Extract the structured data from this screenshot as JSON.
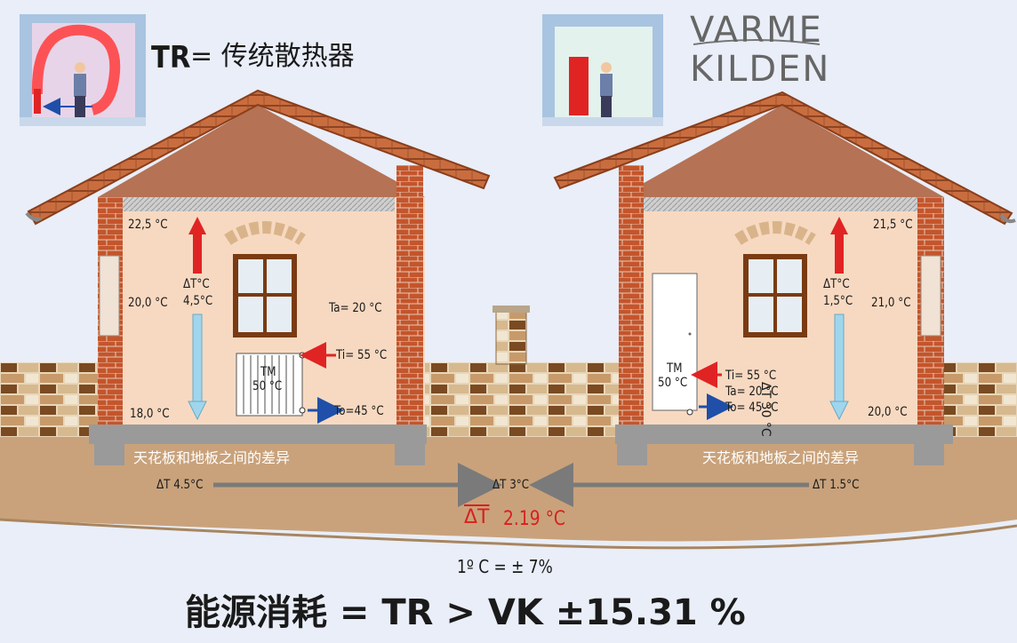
{
  "header": {
    "tr_label": "TR",
    "tr_definition": "= 传统散热器"
  },
  "logo": {
    "line1": "VARME",
    "line2": "KILDEN"
  },
  "left_house": {
    "temp_ceiling": "22,5 °C",
    "temp_middle": "20,0 °C",
    "temp_floor": "18,0 °C",
    "delta_label": "ΔT°C",
    "delta_value": "4,5°C",
    "radiator_label": "TM",
    "radiator_temp": "50 °C",
    "ta": "Ta= 20 °C",
    "ti": "Ti= 55 °C",
    "to": "To=45 °C",
    "ground_caption": "天花板和地板之间的差异"
  },
  "right_house": {
    "temp_ceiling": "21,5 °C",
    "temp_middle": "21,0 °C",
    "temp_floor": "20,0 °C",
    "delta_label": "ΔT°C",
    "delta_value": "1,5°C",
    "panel_label": "TM",
    "panel_temp": "50 °C",
    "ti": "Ti=  55 °C",
    "ta": "Ta=  20 °C",
    "to": "To=  45 °C",
    "vertical_delta": "ΔT 30 °C",
    "ground_caption": "天花板和地板之间的差异"
  },
  "comparison": {
    "left_delta": "ΔT 4.5°C",
    "center_delta": "ΔT 3°C",
    "right_delta": "ΔT 1.5°C",
    "average_symbol": "ΔT",
    "average_value": "2.19 °C",
    "rule": "1º C = ± 7%"
  },
  "footer": {
    "formula": "能源消耗 = TR > VK  ±15.31 %"
  },
  "colors": {
    "wall": "#f7d9c1",
    "roof_tile": "#c96d3f",
    "gable": "#b57254",
    "brick": "#c4552c",
    "ground": "#c9a27b",
    "foundation": "#9a9a9a",
    "hot_arrow": "#e02424",
    "cold_arrow": "#9fd6ee",
    "window_frame": "#7a3b12",
    "blue_arrow": "#1f4fa8"
  },
  "icons": [
    "person-icon",
    "radiator-icon",
    "window-icon",
    "chimney-icon",
    "arrow-up-icon",
    "arrow-down-icon"
  ]
}
